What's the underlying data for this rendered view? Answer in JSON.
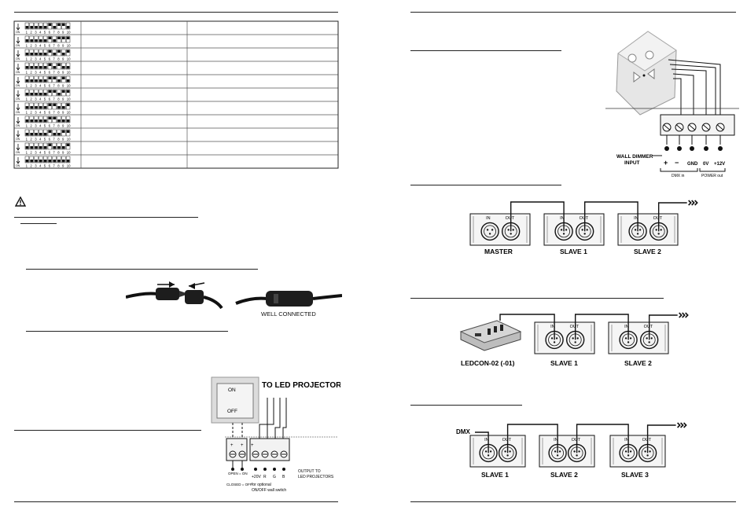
{
  "dip_table": {
    "on_label": "ON",
    "numbers": [
      "1",
      "2",
      "3",
      "4",
      "5",
      "6",
      "7",
      "8",
      "9",
      "10"
    ],
    "rows": [
      {
        "on": [
          6,
          8,
          9
        ]
      },
      {
        "on": [
          6,
          8,
          9,
          10
        ]
      },
      {
        "on": [
          6,
          8,
          10
        ]
      },
      {
        "on": [
          6,
          8
        ]
      },
      {
        "on": [
          6,
          7,
          9
        ]
      },
      {
        "on": [
          6,
          7,
          9,
          10
        ]
      },
      {
        "on": [
          6,
          7,
          10
        ]
      },
      {
        "on": [
          6,
          7
        ]
      },
      {
        "on": [
          6,
          9,
          10
        ]
      },
      {
        "on": [
          6,
          10
        ]
      },
      {
        "on": []
      }
    ]
  },
  "connector": {
    "well_connected": "WELL CONNECTED"
  },
  "switch_panel": {
    "title": "TO LED PROJECTOR",
    "on": "ON",
    "off": "OFF",
    "plus_marks": [
      "+",
      "+",
      "+"
    ],
    "pin_labels": [
      "+20V",
      "R",
      "G",
      "B"
    ],
    "open_on": "OPEN = ON",
    "closed_off": "CLOSED = OFF",
    "output": [
      "OUTPUT TO",
      "LED PROJECTORS"
    ],
    "optional": [
      "for optional",
      "ON/OFF wall switch"
    ]
  },
  "wall_dimmer": {
    "title": [
      "WALL DIMMER",
      "INPUT"
    ],
    "pins": [
      "+",
      "−",
      "GND",
      "0V",
      "+12V"
    ],
    "dmx_in": "DMX in",
    "power_out": "POWER out"
  },
  "chain1": {
    "labels": [
      "MASTER",
      "SLAVE 1",
      "SLAVE 2"
    ],
    "in": "IN",
    "out": "OUT"
  },
  "chain2": {
    "labels": [
      "LEDCON-02 (-01)",
      "SLAVE 1",
      "SLAVE 2"
    ],
    "in": "IN",
    "out": "OUT"
  },
  "chain3": {
    "dmx": "DMX",
    "labels": [
      "SLAVE 1",
      "SLAVE 2",
      "SLAVE 3"
    ],
    "in": "IN",
    "out": "OUT"
  }
}
